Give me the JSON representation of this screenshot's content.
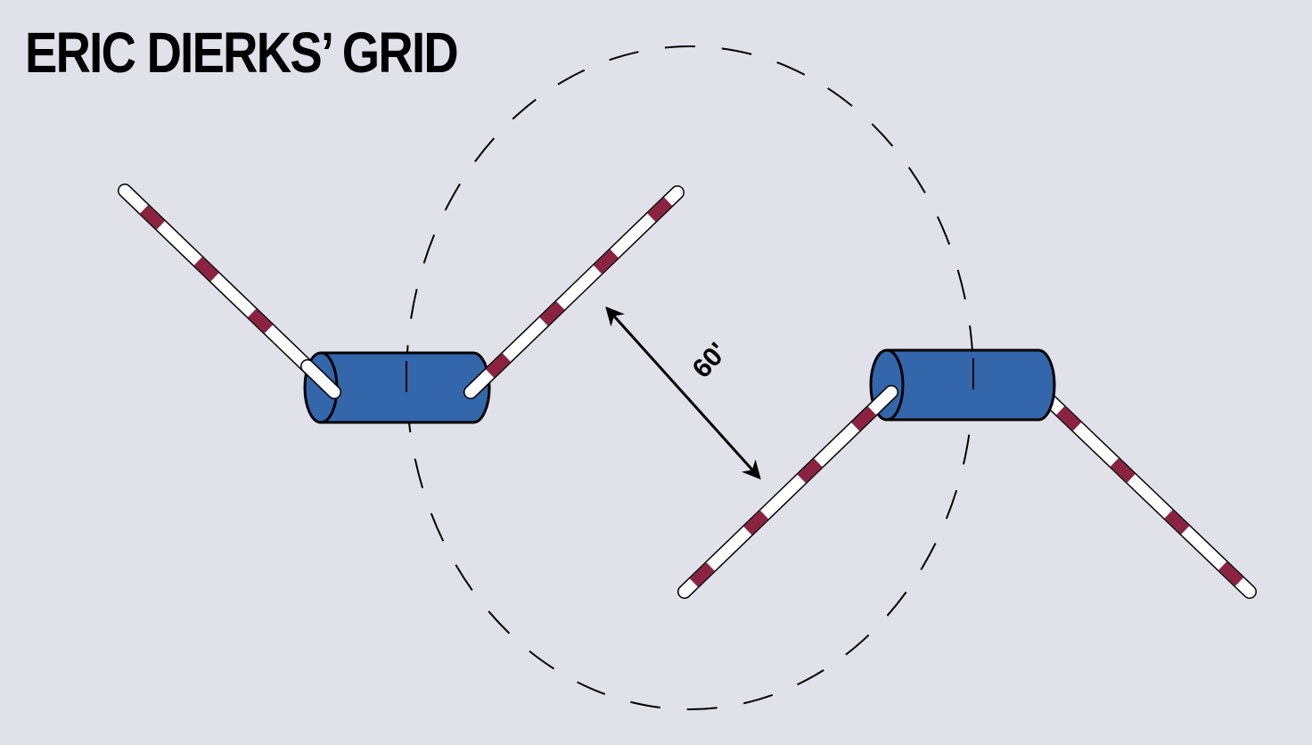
{
  "title": "ERIC DIERKS’ GRID",
  "distance_label": "60'",
  "colors": {
    "background": "#e1e1ea",
    "barrel": "#3366aa",
    "pole_stripe": "#8b2340",
    "pole_base": "#ffffff"
  },
  "elements": {
    "barrels": [
      "barrel-left",
      "barrel-right"
    ],
    "poles": [
      "pole-1",
      "pole-2",
      "pole-3",
      "pole-4"
    ]
  }
}
